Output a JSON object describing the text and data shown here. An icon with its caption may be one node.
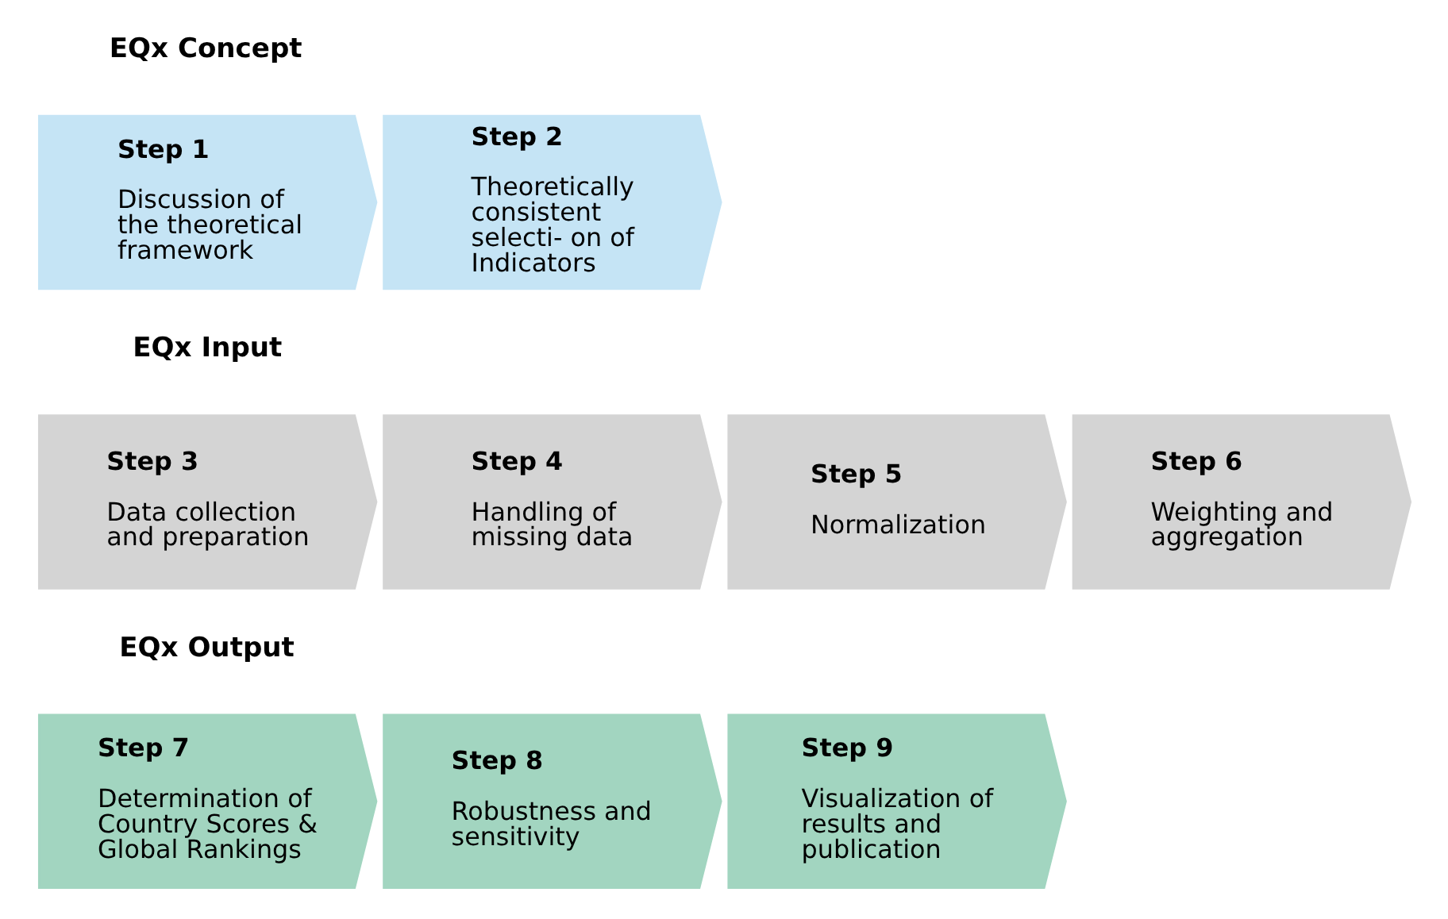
{
  "diagram": {
    "nodes": [
      {
        "text": [
          "Step 1",
          "Discussion of the theoretical framework"
        ]
      },
      {
        "text": [
          "Step 2",
          "Theoretically consistent selecti- on of Indicators"
        ]
      },
      {
        "text": [
          "Step 3",
          "Data collection and preparation"
        ]
      },
      {
        "text": [
          "Step 4",
          "Handling of missing data"
        ]
      },
      {
        "text": [
          "Step 5",
          "Normalization"
        ]
      },
      {
        "text": [
          "Step 6",
          "Weighting and aggregation"
        ]
      },
      {
        "text": [
          "Step 7",
          "Determination of Country Scores & Global Rankings"
        ]
      },
      {
        "text": [
          "Step 8",
          "Robustness and sensitivity"
        ]
      },
      {
        "text": [
          "Step 9",
          "Visualization of results and publication"
        ]
      }
    ],
    "labels": [
      "EQx Concept",
      "EQx Input",
      "EQx Output"
    ]
  }
}
